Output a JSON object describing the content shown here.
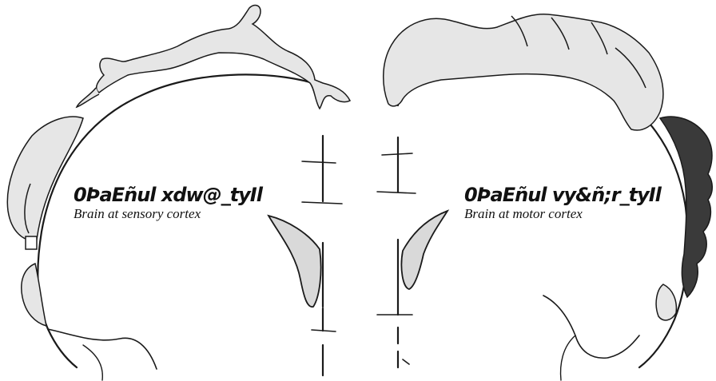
{
  "panels": {
    "sensory": {
      "script_label": "0ÞaEñul xdw@_tyIl",
      "english_label": "Brain at sensory cortex"
    },
    "motor": {
      "script_label": "0ÞaEñul vy&ñ;r_tyIl",
      "english_label": "Brain at motor cortex"
    }
  },
  "colors": {
    "outline": "#1a1a1a",
    "ventricle_fill": "#d9d9d9",
    "skin_fill": "#e6e6e6",
    "shadow_fill": "#3a3a3a"
  }
}
